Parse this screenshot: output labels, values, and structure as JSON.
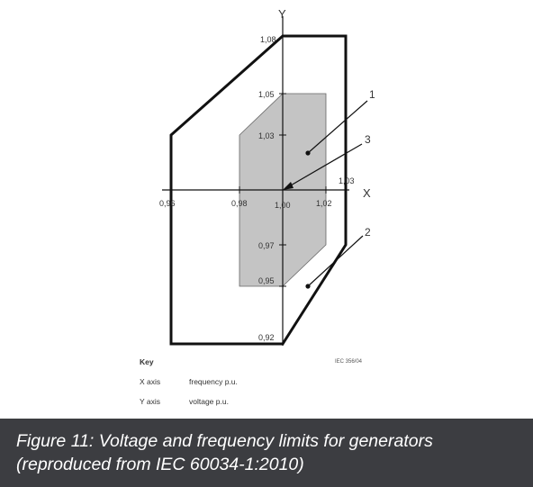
{
  "axes": {
    "x_label": "X",
    "y_label": "Y",
    "x_ticks": [
      "0,96",
      "0,98",
      "1,00",
      "1,02",
      "1,03"
    ],
    "y_ticks": [
      "1,08",
      "1,05",
      "1,03",
      "0,97",
      "0,95",
      "0,92"
    ]
  },
  "callouts": [
    "1",
    "2",
    "3"
  ],
  "key": {
    "title": "Key",
    "rows": [
      {
        "name": "X axis",
        "desc": "frequency p.u."
      },
      {
        "name": "Y axis",
        "desc": "voltage p.u."
      }
    ]
  },
  "reference_code": "IEC 356/04",
  "caption": "Figure 11: Voltage and frequency limits for generators (reproduced from IEC 60034-1:2010)",
  "colors": {
    "zone_fill": "#c4c4c4",
    "caption_band": "#3c3d41",
    "line": "#111111"
  }
}
